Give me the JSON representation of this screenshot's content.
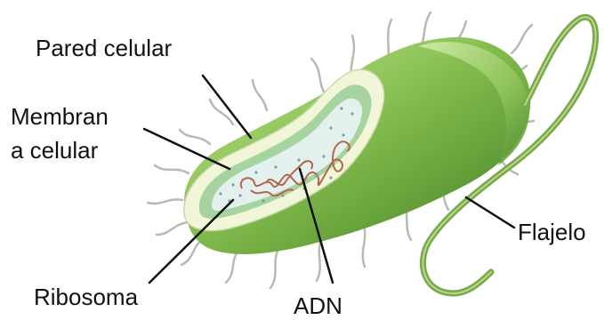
{
  "labels": {
    "pared": "Pared celular",
    "membrana_line1": "Membran",
    "membrana_line2": "a celular",
    "ribosoma": "Ribosoma",
    "adn": "ADN",
    "flajelo": "Flajelo"
  },
  "colors": {
    "body_dark": "#4f8f2a",
    "body_mid": "#7fb84a",
    "body_light": "#bde08f",
    "pared_layer": "#f2f7d6",
    "membrana_layer": "#9ccf9a",
    "cytoplasm": "#e3f2ef",
    "dna": "#b0654a",
    "pili": "#aeb6a8",
    "flagellum": "#6a9a3a",
    "leader_line": "#111111"
  }
}
